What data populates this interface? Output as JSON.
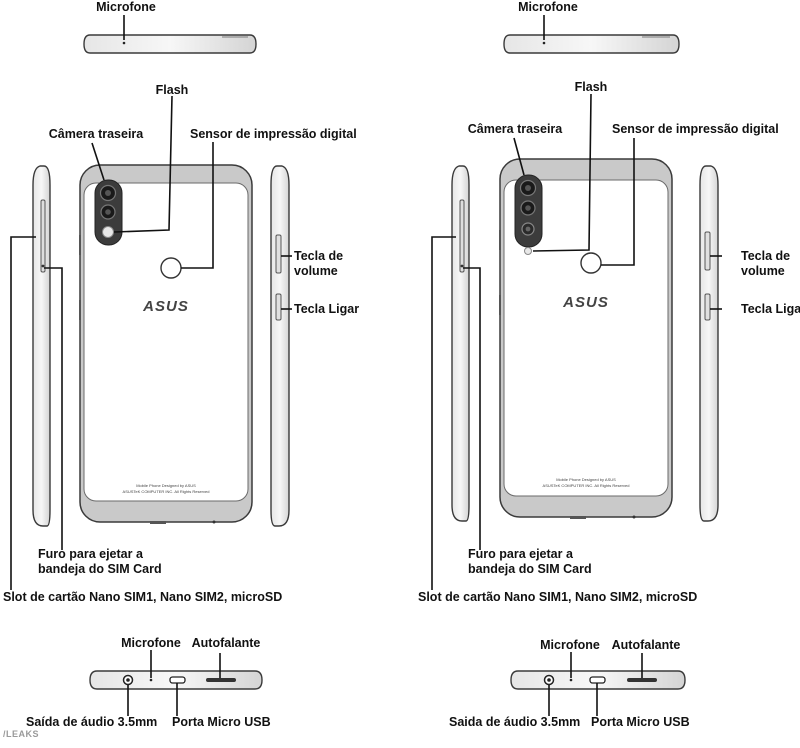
{
  "left": {
    "top_mic": "Microfone",
    "flash": "Flash",
    "rear_camera": "Câmera traseira",
    "fingerprint": "Sensor de impressão digital",
    "volume_line1": "Tecla de",
    "volume_line2": "volume",
    "power": "Tecla Ligar",
    "sim_hole_line1": "Furo para ejetar a",
    "sim_hole_line2": "bandeja do SIM Card",
    "card_slot": "Slot de cartão Nano SIM1, Nano SIM2, microSD",
    "bottom_mic": "Microfone",
    "speaker": "Autofalante",
    "audio_out": "Saída de áudio 3.5mm",
    "usb_port": "Porta Micro USB",
    "logo": "ASUS",
    "fine_print_1": "Mobile Phone Designed by ASUS",
    "fine_print_2": "ASUSTeK COMPUTER INC. All Rights Reserved"
  },
  "right": {
    "top_mic": "Microfone",
    "flash": "Flash",
    "rear_camera": "Câmera traseira",
    "fingerprint": "Sensor de impressão digital",
    "volume_line1": "Tecla de",
    "volume_line2": "volume",
    "power": "Tecla Liga",
    "sim_hole_line1": "Furo para ejetar a",
    "sim_hole_line2": "bandeja do SIM Card",
    "card_slot": "Slot de cartão Nano SIM1, Nano SIM2, microSD",
    "bottom_mic": "Microfone",
    "speaker": "Autofalante",
    "audio_out": "Saida de áudio 3.5mm",
    "usb_port": "Porta Micro USB",
    "logo": "ASUS",
    "fine_print_1": "Mobile Phone Designed by ASUS",
    "fine_print_2": "ASUSTeK COMPUTER INC. All Rights Reserved"
  },
  "watermark": "/LEAKS",
  "colors": {
    "frame": "#c9c9c9",
    "outline": "#3a3a3a",
    "body": "#ffffff",
    "line": "#111111"
  }
}
